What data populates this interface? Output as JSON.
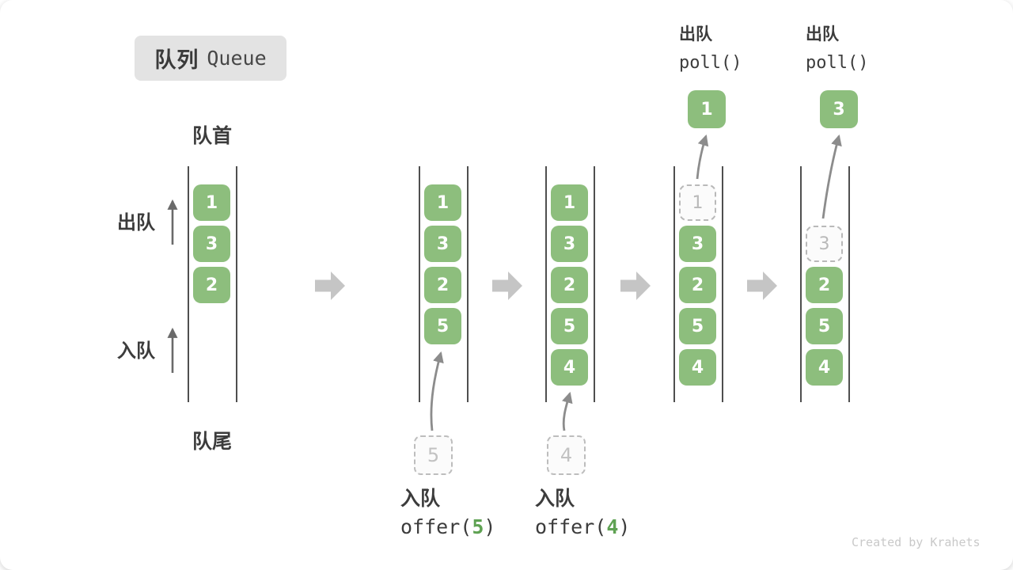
{
  "title": {
    "zh": "队列",
    "en": "Queue"
  },
  "labels": {
    "front": "队首",
    "rear": "队尾",
    "dequeue": "出队",
    "enqueue": "入队"
  },
  "queues": [
    {
      "blocks": [
        {
          "value": "1"
        },
        {
          "value": "3"
        },
        {
          "value": "2"
        }
      ]
    },
    {
      "blocks": [
        {
          "value": "1"
        },
        {
          "value": "3"
        },
        {
          "value": "2"
        },
        {
          "value": "5"
        }
      ],
      "incoming": {
        "value": "5"
      }
    },
    {
      "blocks": [
        {
          "value": "1"
        },
        {
          "value": "3"
        },
        {
          "value": "2"
        },
        {
          "value": "5"
        },
        {
          "value": "4"
        }
      ],
      "incoming": {
        "value": "4"
      }
    },
    {
      "blocks": [
        {
          "value": "1",
          "ghost": true
        },
        {
          "value": "3"
        },
        {
          "value": "2"
        },
        {
          "value": "5"
        },
        {
          "value": "4"
        }
      ],
      "popped": {
        "value": "1"
      }
    },
    {
      "blocks": [
        {
          "value": "3",
          "ghost": true
        },
        {
          "value": "2"
        },
        {
          "value": "5"
        },
        {
          "value": "4"
        }
      ],
      "popped": {
        "value": "3"
      }
    }
  ],
  "operations": {
    "offer5": {
      "label": "入队",
      "code_open": "offer(",
      "arg": "5",
      "code_close": ")"
    },
    "offer4": {
      "label": "入队",
      "code_open": "offer(",
      "arg": "4",
      "code_close": ")"
    },
    "poll1": {
      "label": "出队",
      "code": "poll()"
    },
    "poll2": {
      "label": "出队",
      "code": "poll()"
    }
  },
  "credit": "Created by Krahets",
  "colors": {
    "block_green": "#8dbe7d",
    "code_green": "#5fa253",
    "rail_dark": "#4f4f4f",
    "step_arrow_grey": "#c5c5c5",
    "thin_arrow_grey": "#8c8c8c",
    "title_bg": "#e3e3e3",
    "text_dark": "#3c3c3c",
    "ghost_grey": "#b9b9b9"
  }
}
